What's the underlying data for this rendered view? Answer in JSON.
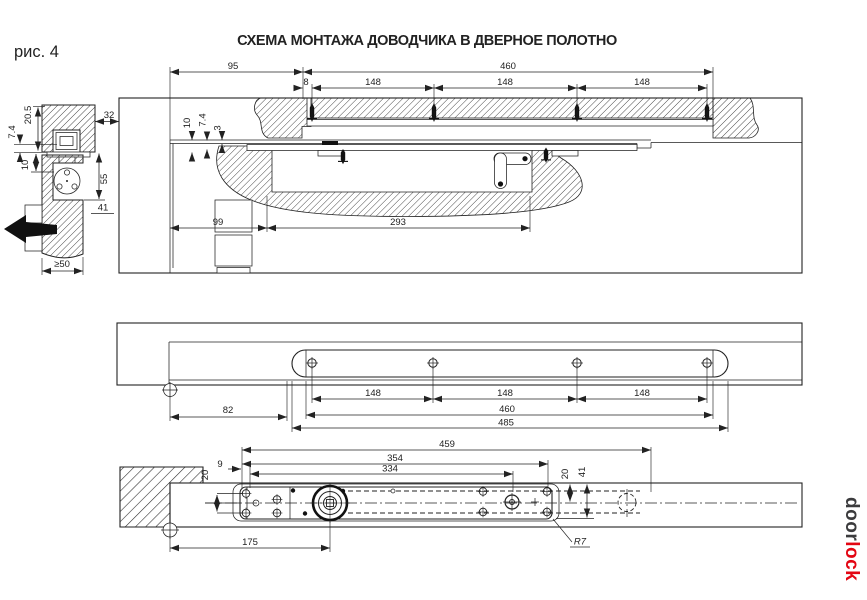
{
  "figure_label": "рис. 4",
  "title": "СХЕМА МОНТАЖА ДОВОДЧИКА В ДВЕРНОЕ ПОЛОТНО",
  "logo": {
    "door": "door",
    "lock": "lock",
    "door_color": "#3b3b3d",
    "lock_color": "#e30613"
  },
  "colors": {
    "line": "#222222",
    "background": "#ffffff"
  },
  "section_view": {
    "dims": {
      "d95": "95",
      "d460": "460",
      "d8": "8",
      "d148": "148",
      "d10": "10",
      "d7_4": "7.4",
      "d3": "3",
      "d99": "99",
      "d293": "293"
    }
  },
  "left_detail": {
    "dims": {
      "d20_5": "20.5",
      "d7_4": "7.4",
      "d10": "10",
      "d32": "32",
      "d55": "55",
      "d41": "41",
      "d_min50": "≥50"
    }
  },
  "plan_view": {
    "dims": {
      "d82": "82",
      "d148": "148",
      "d460": "460",
      "d485": "485"
    }
  },
  "body_view": {
    "dims": {
      "d459": "459",
      "d354": "354",
      "d334": "334",
      "d9": "9",
      "d20_left": "20",
      "d20_right": "20",
      "d41": "41",
      "d175": "175",
      "r7": "R7"
    }
  }
}
